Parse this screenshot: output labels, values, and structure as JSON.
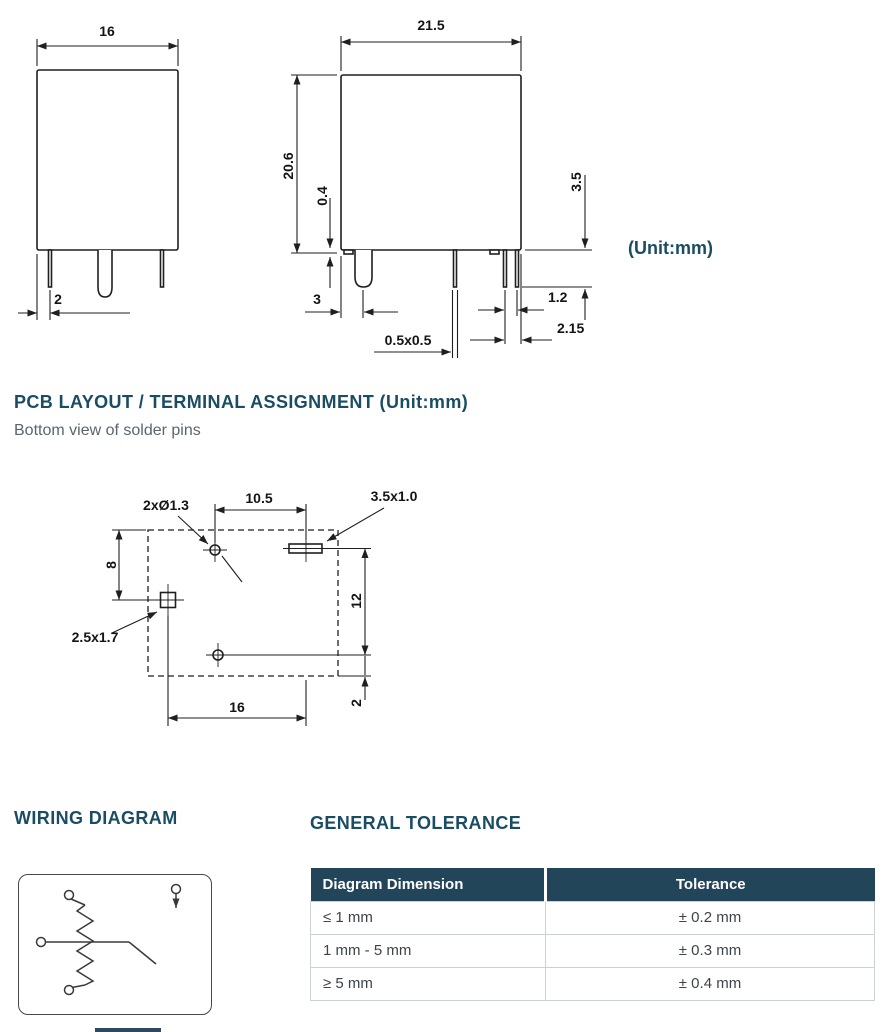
{
  "colors": {
    "accent": "#1a4d63",
    "table-header-bg": "#23455a",
    "line": "#1f1f1f"
  },
  "unit_note": "(Unit:mm)",
  "outline": {
    "front": {
      "width": "16",
      "pin_offset": "2"
    },
    "side": {
      "width": "21.5",
      "height": "20.6",
      "standoff": "0.4",
      "pin_length": "3.5",
      "pin_offset": "3",
      "pin_pitch": "1.2",
      "pin_edge": "2.15",
      "pin_section": "0.5x0.5"
    }
  },
  "pcb": {
    "heading": "PCB LAYOUT / TERMINAL ASSIGNMENT (Unit:mm)",
    "subheading": "Bottom view of solder pins",
    "dims": {
      "holes": "2xØ1.3",
      "top_pitch": "10.5",
      "slot": "3.5x1.0",
      "left_height": "8",
      "right_height": "12",
      "pad": "2.5x1.7",
      "bottom_width": "16",
      "bottom_offset": "2"
    }
  },
  "wiring": {
    "heading": "WIRING DIAGRAM"
  },
  "tolerance": {
    "heading": "GENERAL TOLERANCE",
    "columns": [
      "Diagram Dimension",
      "Tolerance"
    ],
    "rows": [
      {
        "dimension": "≤ 1 mm",
        "tolerance": "± 0.2 mm"
      },
      {
        "dimension": "1 mm - 5 mm",
        "tolerance": "± 0.3 mm"
      },
      {
        "dimension": "≥ 5 mm",
        "tolerance": "± 0.4 mm"
      }
    ]
  }
}
